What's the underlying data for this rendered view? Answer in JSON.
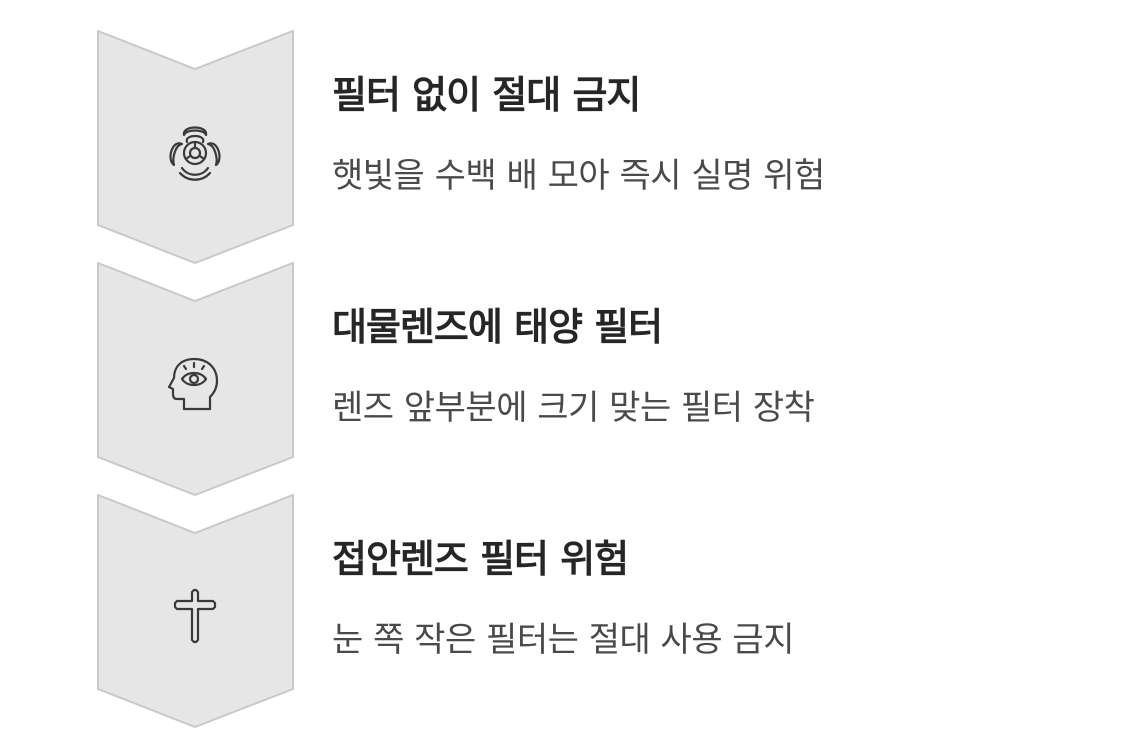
{
  "colors": {
    "chevron_fill": "#e6e6e6",
    "chevron_stroke": "#c9c9c9",
    "icon_stroke": "#3a3a3a",
    "title": "#262626",
    "description": "#4a4a4a"
  },
  "steps": [
    {
      "icon": "biohazard-icon",
      "title": "필터 없이 절대 금지",
      "description": "햇빛을 수백 배 모아 즉시 실명 위험"
    },
    {
      "icon": "head-with-eye-icon",
      "title": "대물렌즈에 태양 필터",
      "description": "렌즈 앞부분에 크기 맞는 필터 장착"
    },
    {
      "icon": "cross-icon",
      "title": "접안렌즈 필터 위험",
      "description": "눈 쪽 작은 필터는 절대 사용 금지"
    }
  ]
}
